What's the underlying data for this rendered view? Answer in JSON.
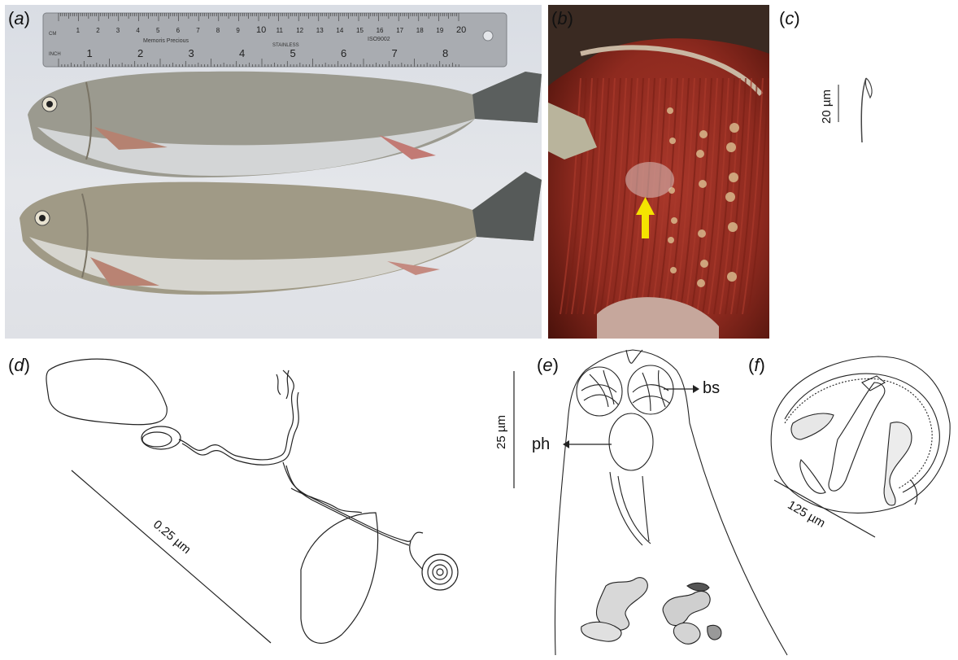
{
  "panels": {
    "a": {
      "label": "a"
    },
    "b": {
      "label": "b"
    },
    "c": {
      "label": "c"
    },
    "d": {
      "label": "d"
    },
    "e": {
      "label": "e"
    },
    "f": {
      "label": "f"
    }
  },
  "ruler": {
    "brand": "Memoris Precious",
    "stainless": "STAINLESS",
    "iso": "ISO9002",
    "cm_unit": "CM",
    "inch_unit": "INCH",
    "cm_ticks": [
      "1",
      "2",
      "3",
      "4",
      "5",
      "6",
      "7",
      "8",
      "9",
      "10",
      "11",
      "12",
      "13",
      "14",
      "15",
      "16",
      "17",
      "18",
      "19",
      "20"
    ],
    "inch_ticks": [
      "1",
      "2",
      "3",
      "4",
      "5",
      "6",
      "7",
      "8"
    ]
  },
  "scale_bars": {
    "c": "20 µm",
    "d": "0.25 µm",
    "e": "25 µm",
    "f": "125 µm"
  },
  "annotations": {
    "bs": "bs",
    "ph": "ph"
  },
  "colors": {
    "arrow": "#f5e400",
    "tissue": "#8e2a1f",
    "background_a": "#dde0e5"
  }
}
